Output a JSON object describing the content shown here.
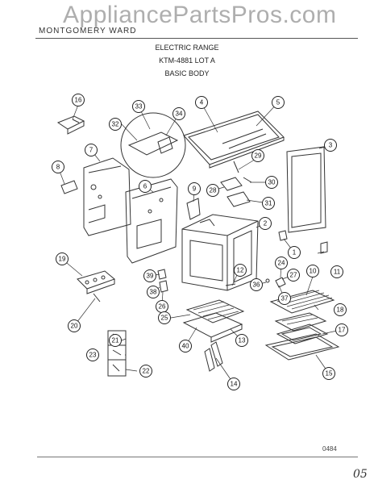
{
  "watermark": "AppliancePartsPros.com",
  "header": {
    "brand": "MONTGOMERY WARD",
    "line1": "ELECTRIC RANGE",
    "line2": "KTM-4881 LOT A",
    "line3": "BASIC BODY"
  },
  "footer": {
    "code": "0484",
    "mark": "05"
  },
  "callouts": {
    "c1": "1",
    "c2": "2",
    "c3": "3",
    "c4": "4",
    "c5": "5",
    "c6": "6",
    "c7": "7",
    "c8": "8",
    "c9": "9",
    "c10": "10",
    "c11": "11",
    "c12": "12",
    "c13": "13",
    "c14": "14",
    "c15": "15",
    "c16": "16",
    "c17": "17",
    "c18": "18",
    "c19": "19",
    "c20": "20",
    "c21": "21",
    "c22": "22",
    "c23": "23",
    "c24": "24",
    "c25": "25",
    "c26": "26",
    "c27": "27",
    "c28": "28",
    "c29": "29",
    "c30": "30",
    "c31": "31",
    "c32": "32",
    "c33": "33",
    "c34": "34",
    "c36": "36",
    "c37": "37",
    "c38": "38",
    "c39": "39",
    "c40": "40"
  }
}
